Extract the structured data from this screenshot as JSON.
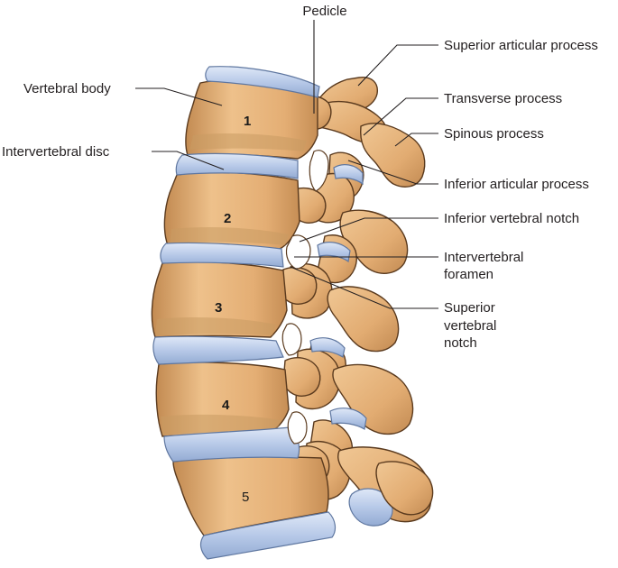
{
  "labels": {
    "pedicle": "Pedicle",
    "superior_articular_process": "Superior articular process",
    "transverse_process": "Transverse process",
    "spinous_process": "Spinous process",
    "inferior_articular_process": "Inferior articular process",
    "inferior_vertebral_notch": "Inferior vertebral notch",
    "intervertebral_foramen_line1": "Intervertebral",
    "intervertebral_foramen_line2": "foramen",
    "superior_vertebral_notch_line1": "Superior",
    "superior_vertebral_notch_line2": "vertebral",
    "superior_vertebral_notch_line3": "notch",
    "vertebral_body": "Vertebral body",
    "intervertebral_disc": "Intervertebral disc"
  },
  "vertebra_numbers": [
    "1",
    "2",
    "3",
    "4",
    "5"
  ],
  "colors": {
    "bone": "#e8b57e",
    "bone_shadow": "#c0884e",
    "bone_outline": "#5a3a1e",
    "disc": "#b9cbe9",
    "disc_outline": "#5f77a0",
    "leader": "#231f20"
  }
}
